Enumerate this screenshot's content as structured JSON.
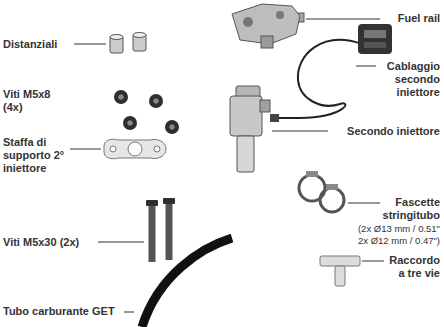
{
  "diagram": {
    "labels": [
      "Fuel rail",
      "Distanziali",
      "Cablaggio secondo iniettore",
      "Viti M5x8 (4x)",
      "Secondo iniettore",
      "Staffa di supporto 2° iniettore",
      "Fascette stringitubo",
      "(2x Ø13 mm / 0.51\" 2x Ø12 mm / 0.47\")",
      "Viti M5x30 (2x)",
      "Raccordo a tre vie",
      "Tubo carburante GET"
    ]
  }
}
